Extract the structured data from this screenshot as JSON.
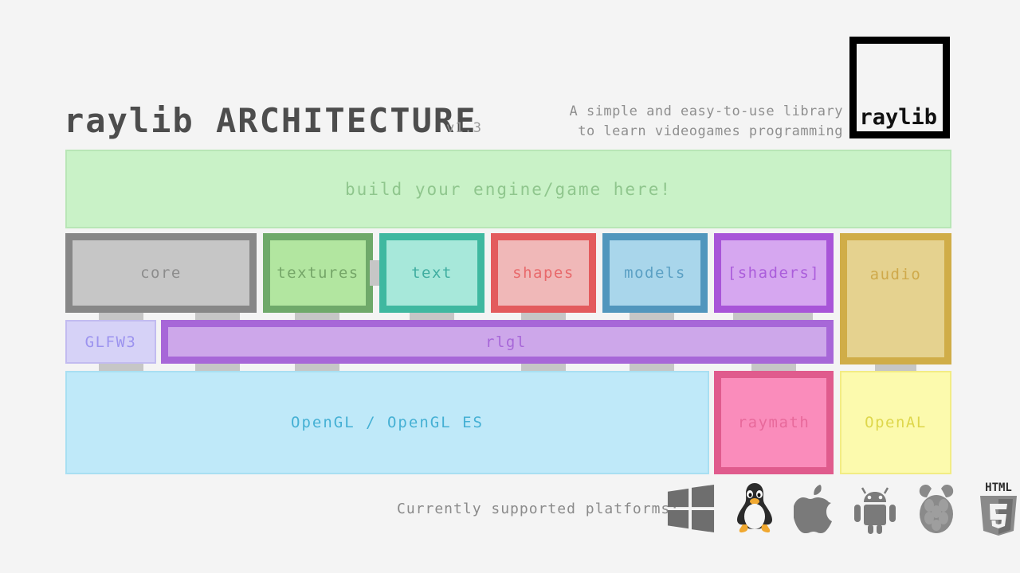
{
  "header": {
    "title": "raylib ARCHITECTURE",
    "version": "v1.3",
    "tagline_line1": "A simple and easy-to-use library",
    "tagline_line2": "to learn videogames programming",
    "logo_text": "raylib"
  },
  "banner": {
    "label": "build your engine/game here!"
  },
  "modules": [
    {
      "id": "core",
      "label": "core",
      "border": "#878787",
      "fill": "#c6c6c6",
      "text": "#8c8c8c"
    },
    {
      "id": "textures",
      "label": "textures",
      "border": "#6fa96a",
      "fill": "#b2e6a0",
      "text": "#75a668"
    },
    {
      "id": "text",
      "label": "text",
      "border": "#3fb8a0",
      "fill": "#a7e8da",
      "text": "#3fada0"
    },
    {
      "id": "shapes",
      "label": "shapes",
      "border": "#e35b5d",
      "fill": "#f0b8b8",
      "text": "#e8696b"
    },
    {
      "id": "models",
      "label": "models",
      "border": "#5196bd",
      "fill": "#a9d6eb",
      "text": "#5ba0c4"
    },
    {
      "id": "shaders",
      "label": "[shaders]",
      "border": "#a855d8",
      "fill": "#d6a7f0",
      "text": "#ab5ddb"
    },
    {
      "id": "audio",
      "label": "audio",
      "border": "#d0ad48",
      "fill": "#e5d28f",
      "text": "#cfa94a"
    }
  ],
  "middle": {
    "glfw3_label": "GLFW3",
    "rlgl_label": "rlgl"
  },
  "bottom": {
    "opengl_label": "OpenGL / OpenGL ES",
    "raymath_label": "raymath",
    "openal_label": "OpenAL"
  },
  "footer": {
    "label": "Currently supported platforms:",
    "platforms": [
      {
        "name": "windows-icon",
        "title": "Windows"
      },
      {
        "name": "linux-tux-icon",
        "title": "Linux"
      },
      {
        "name": "apple-icon",
        "title": "macOS"
      },
      {
        "name": "android-icon",
        "title": "Android"
      },
      {
        "name": "raspberry-pi-icon",
        "title": "Raspberry Pi"
      },
      {
        "name": "html5-icon",
        "title": "HTML5"
      }
    ],
    "html5_wordmark": "HTML",
    "html5_digit": "5"
  },
  "colors": {
    "background": "#f4f4f4",
    "title_text": "#4d4d4d",
    "muted_text": "#8f8f8f",
    "connector": "#c6c6c6",
    "logo_border": "#000000"
  }
}
